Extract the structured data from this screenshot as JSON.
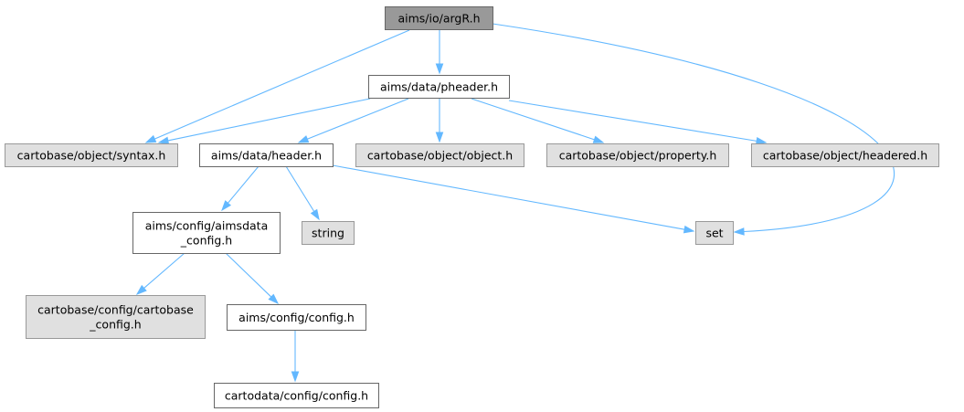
{
  "diagram": {
    "colors": {
      "edge": "#63b8ff",
      "focus_fill": "#999999",
      "focus_stroke": "#666666",
      "documented_fill": "#ffffff",
      "documented_stroke": "#666666",
      "external_fill": "#e0e0e0",
      "external_stroke": "#999999"
    },
    "nodes": [
      {
        "id": "argR",
        "lines": [
          "aims/io/argR.h"
        ],
        "kind": "focus"
      },
      {
        "id": "pheader",
        "lines": [
          "aims/data/pheader.h"
        ],
        "kind": "documented"
      },
      {
        "id": "syntax",
        "lines": [
          "cartobase/object/syntax.h"
        ],
        "kind": "external"
      },
      {
        "id": "header",
        "lines": [
          "aims/data/header.h"
        ],
        "kind": "documented"
      },
      {
        "id": "object",
        "lines": [
          "cartobase/object/object.h"
        ],
        "kind": "external"
      },
      {
        "id": "property",
        "lines": [
          "cartobase/object/property.h"
        ],
        "kind": "external"
      },
      {
        "id": "headered",
        "lines": [
          "cartobase/object/headered.h"
        ],
        "kind": "external"
      },
      {
        "id": "aimsdata_config",
        "lines": [
          "aims/config/aimsdata",
          "_config.h"
        ],
        "kind": "documented"
      },
      {
        "id": "string",
        "lines": [
          "string"
        ],
        "kind": "external"
      },
      {
        "id": "set",
        "lines": [
          "set"
        ],
        "kind": "external"
      },
      {
        "id": "cartobase_config",
        "lines": [
          "cartobase/config/cartobase",
          "_config.h"
        ],
        "kind": "external"
      },
      {
        "id": "aims_config",
        "lines": [
          "aims/config/config.h"
        ],
        "kind": "documented"
      },
      {
        "id": "cartodata_config",
        "lines": [
          "cartodata/config/config.h"
        ],
        "kind": "documented"
      }
    ],
    "edges": [
      {
        "from": "argR",
        "to": "pheader"
      },
      {
        "from": "argR",
        "to": "syntax"
      },
      {
        "from": "argR",
        "to": "set"
      },
      {
        "from": "pheader",
        "to": "syntax"
      },
      {
        "from": "pheader",
        "to": "header"
      },
      {
        "from": "pheader",
        "to": "object"
      },
      {
        "from": "pheader",
        "to": "property"
      },
      {
        "from": "pheader",
        "to": "headered"
      },
      {
        "from": "header",
        "to": "aimsdata_config"
      },
      {
        "from": "header",
        "to": "string"
      },
      {
        "from": "header",
        "to": "set"
      },
      {
        "from": "aimsdata_config",
        "to": "cartobase_config"
      },
      {
        "from": "aimsdata_config",
        "to": "aims_config"
      },
      {
        "from": "aims_config",
        "to": "cartodata_config"
      }
    ]
  }
}
